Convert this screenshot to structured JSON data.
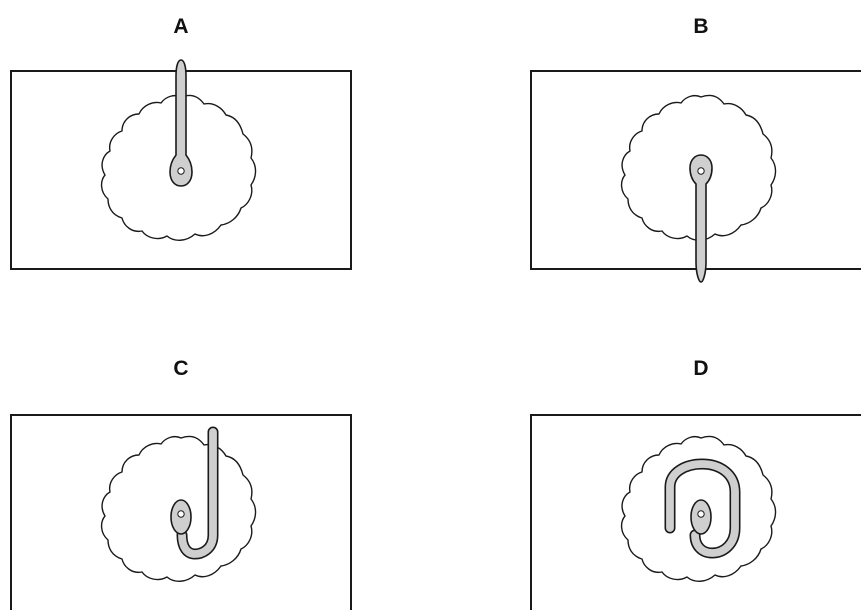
{
  "panels": [
    {
      "id": "A",
      "label": "A",
      "state": "straight-up"
    },
    {
      "id": "B",
      "label": "B",
      "state": "straight-down"
    },
    {
      "id": "C",
      "label": "C",
      "state": "hook"
    },
    {
      "id": "D",
      "label": "D",
      "state": "coiled"
    }
  ],
  "colors": {
    "outline": "#1a1a1a",
    "worm_fill": "#cfcfcf",
    "background": "#ffffff"
  },
  "icons": {
    "organism": "worm-icon",
    "colony": "colony-blob-icon"
  }
}
